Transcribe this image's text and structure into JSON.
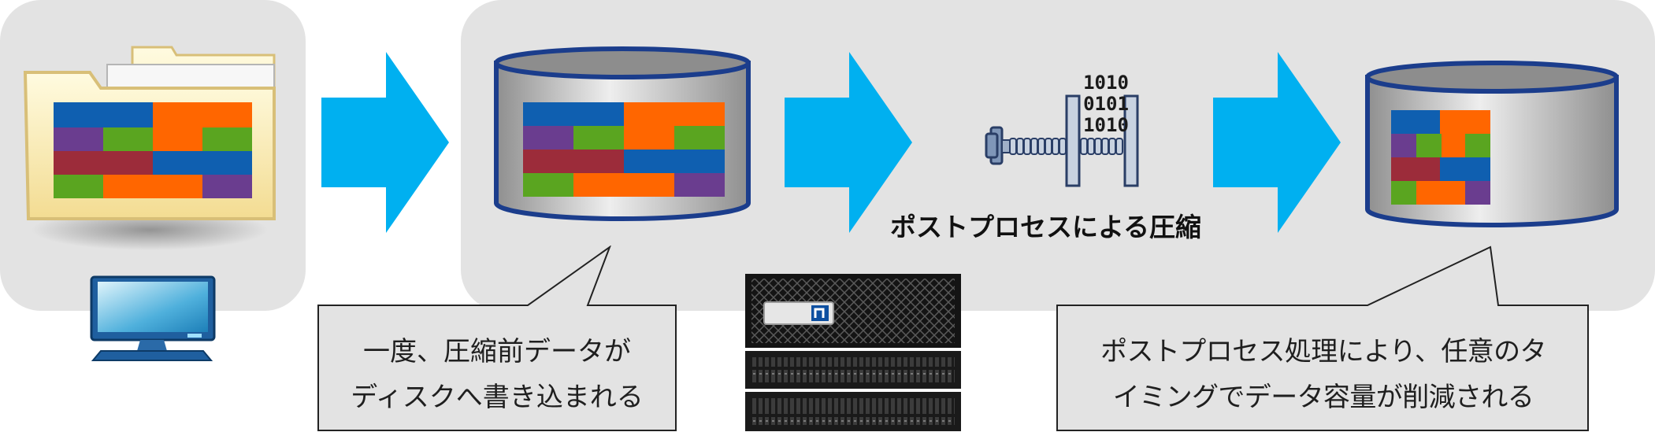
{
  "compression_label": "ポストプロセスによる圧縮",
  "binary_lines": [
    "1010",
    "0101",
    "1010"
  ],
  "callout_left": {
    "line1": "一度、圧縮前データが",
    "line2": "ディスクへ書き込まれる"
  },
  "callout_right": {
    "line1": "ポストプロセス処理により、任意のタ",
    "line2": "イミングでデータ容量が削減される"
  },
  "colors": {
    "arrow": "#00b0f0",
    "panel": "#e3e3e3",
    "block_blue": "#0f5fb0",
    "block_orange": "#ff6600",
    "block_purple": "#6a3d8f",
    "block_green": "#5aa520",
    "block_red": "#9c2c3a",
    "disk_rim": "#1b3d8c"
  },
  "icons": [
    "folder-icon",
    "monitor-icon",
    "disk-icon",
    "compression-vise-icon",
    "storage-appliance-icon"
  ]
}
